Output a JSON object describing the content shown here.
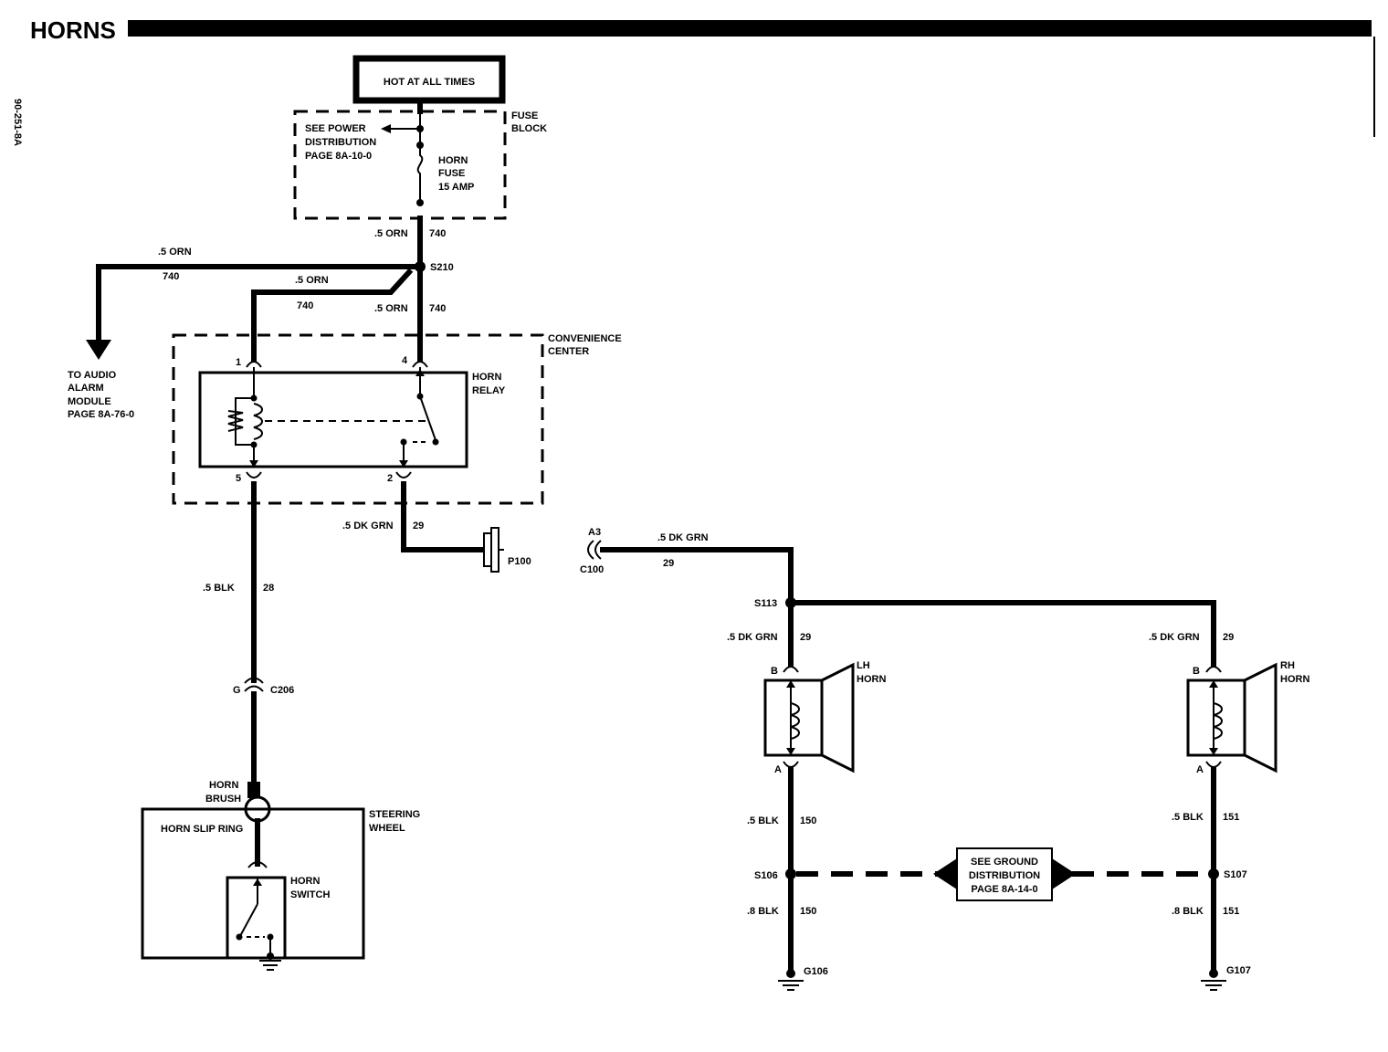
{
  "header": {
    "title": "HORNS",
    "page_code": "90-251-8A"
  },
  "power": {
    "hot_label": "HOT AT ALL TIMES"
  },
  "fuse_block": {
    "label_line1": "FUSE",
    "label_line2": "BLOCK",
    "see_line1": "SEE POWER",
    "see_line2": "DISTRIBUTION",
    "see_line3": "PAGE 8A-10-0",
    "fuse_line1": "HORN",
    "fuse_line2": "FUSE",
    "fuse_line3": "15 AMP"
  },
  "wires": {
    "orn_size": ".5 ORN",
    "orn_circuit": "740",
    "dkgrn_size": ".5 DK GRN",
    "dkgrn_circuit": "29",
    "blk_size": ".5 BLK",
    "blk_circuit": "28",
    "lh_blk_size": ".5 BLK",
    "lh_blk_circuit": "150",
    "lh_gnd_size": ".8 BLK",
    "lh_gnd_circuit": "150",
    "rh_blk_size": ".5 BLK",
    "rh_blk_circuit": "151",
    "rh_gnd_size": ".8 BLK",
    "rh_gnd_circuit": "151"
  },
  "splices": {
    "s210": "S210",
    "s113": "S113",
    "s106": "S106",
    "s107": "S107"
  },
  "audio": {
    "line1": "TO AUDIO",
    "line2": "ALARM",
    "line3": "MODULE",
    "line4": "PAGE 8A-76-0"
  },
  "convenience_center": {
    "line1": "CONVENIENCE",
    "line2": "CENTER"
  },
  "relay": {
    "line1": "HORN",
    "line2": "RELAY",
    "pin1": "1",
    "pin2": "2",
    "pin4": "4",
    "pin5": "5"
  },
  "connectors": {
    "p100": "P100",
    "c100": "C100",
    "a3": "A3",
    "c206": "C206",
    "g": "G"
  },
  "horn_brush": {
    "line1": "HORN",
    "line2": "BRUSH"
  },
  "steering": {
    "line1": "STEERING",
    "line2": "WHEEL",
    "slip_ring": "HORN SLIP RING",
    "switch1": "HORN",
    "switch2": "SWITCH"
  },
  "lh_horn": {
    "line1": "LH",
    "line2": "HORN",
    "pin_b": "B",
    "pin_a": "A"
  },
  "rh_horn": {
    "line1": "RH",
    "line2": "HORN",
    "pin_b": "B",
    "pin_a": "A"
  },
  "ground": {
    "line1": "SEE GROUND",
    "line2": "DISTRIBUTION",
    "line3": "PAGE 8A-14-0",
    "g106": "G106",
    "g107": "G107"
  }
}
